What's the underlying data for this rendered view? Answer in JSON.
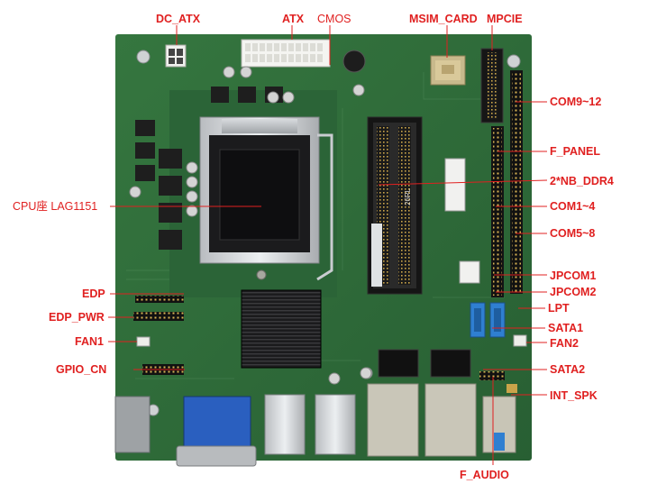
{
  "colors": {
    "label": "#e02020",
    "leader": "#e02020",
    "pcb": "#2f6b3b",
    "pcb_dark": "#224f2b"
  },
  "labels": {
    "dc_atx": "DC_ATX",
    "atx": "ATX",
    "cmos": "CMOS",
    "msim_card": "MSIM_CARD",
    "mpcie": "MPCIE",
    "com9_12": "COM9~12",
    "f_panel": "F_PANEL",
    "nb_ddr4": "2*NB_DDR4",
    "cpu_socket": "CPU座 LAG1151",
    "com1_4": "COM1~4",
    "com5_8": "COM5~8",
    "jpcom1": "JPCOM1",
    "jpcom2": "JPCOM2",
    "edp": "EDP",
    "edp_pwr": "EDP_PWR",
    "lpt": "LPT",
    "sata1": "SATA1",
    "fan1": "FAN1",
    "fan2": "FAN2",
    "gpio_cn": "GPIO_CN",
    "sata2": "SATA2",
    "int_spk": "INT_SPK",
    "f_audio": "F_AUDIO"
  },
  "board_text": {
    "dimm_text": "26RL"
  }
}
